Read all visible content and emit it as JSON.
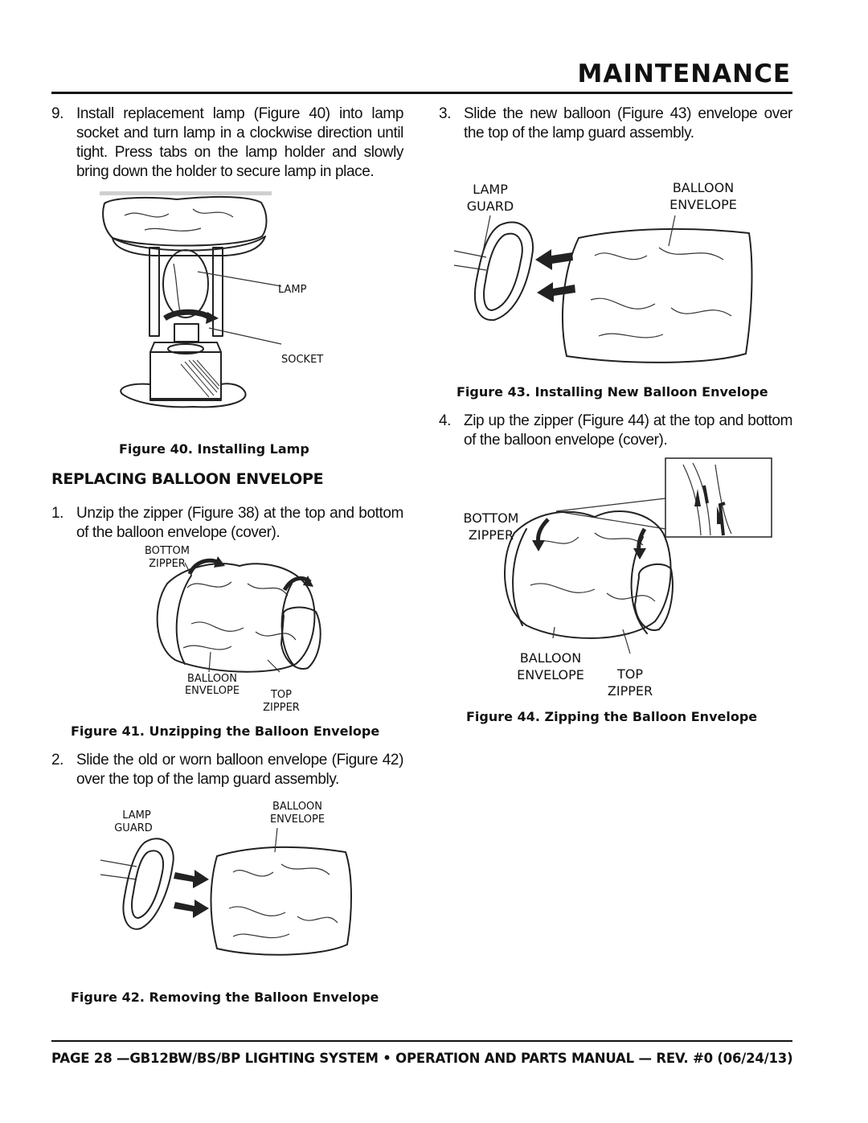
{
  "header": {
    "title": "MAINTENANCE"
  },
  "steps": {
    "s9": {
      "num": "9.",
      "text": "Install replacement lamp (Figure 40) into lamp socket and turn lamp in a clockwise direction until tight. Press tabs on the lamp holder and slowly bring down the holder to secure lamp in place."
    },
    "s1": {
      "num": "1.",
      "text": "Unzip the zipper (Figure 38) at the top and bottom of the balloon envelope (cover)."
    },
    "s2": {
      "num": "2.",
      "text": "Slide the old or worn balloon envelope (Figure 42) over the top of the lamp guard assembly."
    },
    "s3": {
      "num": "3.",
      "text": "Slide the new balloon (Figure 43) envelope over the top of the lamp guard assembly."
    },
    "s4": {
      "num": "4.",
      "text": "Zip up the zipper (Figure 44) at the top and bottom of the balloon envelope (cover)."
    }
  },
  "section_title": "REPLACING BALLOON ENVELOPE",
  "figures": {
    "f40": {
      "caption": "Figure 40. Installing Lamp",
      "labels": {
        "lamp": "LAMP",
        "socket": "SOCKET"
      }
    },
    "f41": {
      "caption": "Figure 41. Unzipping the Balloon Envelope",
      "labels": {
        "bottom_zipper_1": "BOTTOM",
        "bottom_zipper_2": "ZIPPER",
        "balloon_envelope_1": "BALLOON",
        "balloon_envelope_2": "ENVELOPE",
        "top_zipper_1": "TOP",
        "top_zipper_2": "ZIPPER"
      }
    },
    "f42": {
      "caption": "Figure 42. Removing the Balloon Envelope",
      "labels": {
        "lamp_guard_1": "LAMP",
        "lamp_guard_2": "GUARD",
        "balloon_envelope_1": "BALLOON",
        "balloon_envelope_2": "ENVELOPE"
      }
    },
    "f43": {
      "caption": "Figure 43. Installing New Balloon Envelope",
      "labels": {
        "lamp_guard_1": "LAMP",
        "lamp_guard_2": "GUARD",
        "balloon_envelope_1": "BALLOON",
        "balloon_envelope_2": "ENVELOPE"
      }
    },
    "f44": {
      "caption": "Figure 44. Zipping the Balloon Envelope",
      "labels": {
        "bottom_zipper_1": "BOTTOM",
        "bottom_zipper_2": "ZIPPER",
        "balloon_envelope_1": "BALLOON",
        "balloon_envelope_2": "ENVELOPE",
        "top_zipper_1": "TOP",
        "top_zipper_2": "ZIPPER"
      }
    }
  },
  "footer": {
    "text": "PAGE 28 —GB12BW/BS/BP LIGHTING SYSTEM • OPERATION AND PARTS MANUAL — REV. #0 (06/24/13)"
  }
}
